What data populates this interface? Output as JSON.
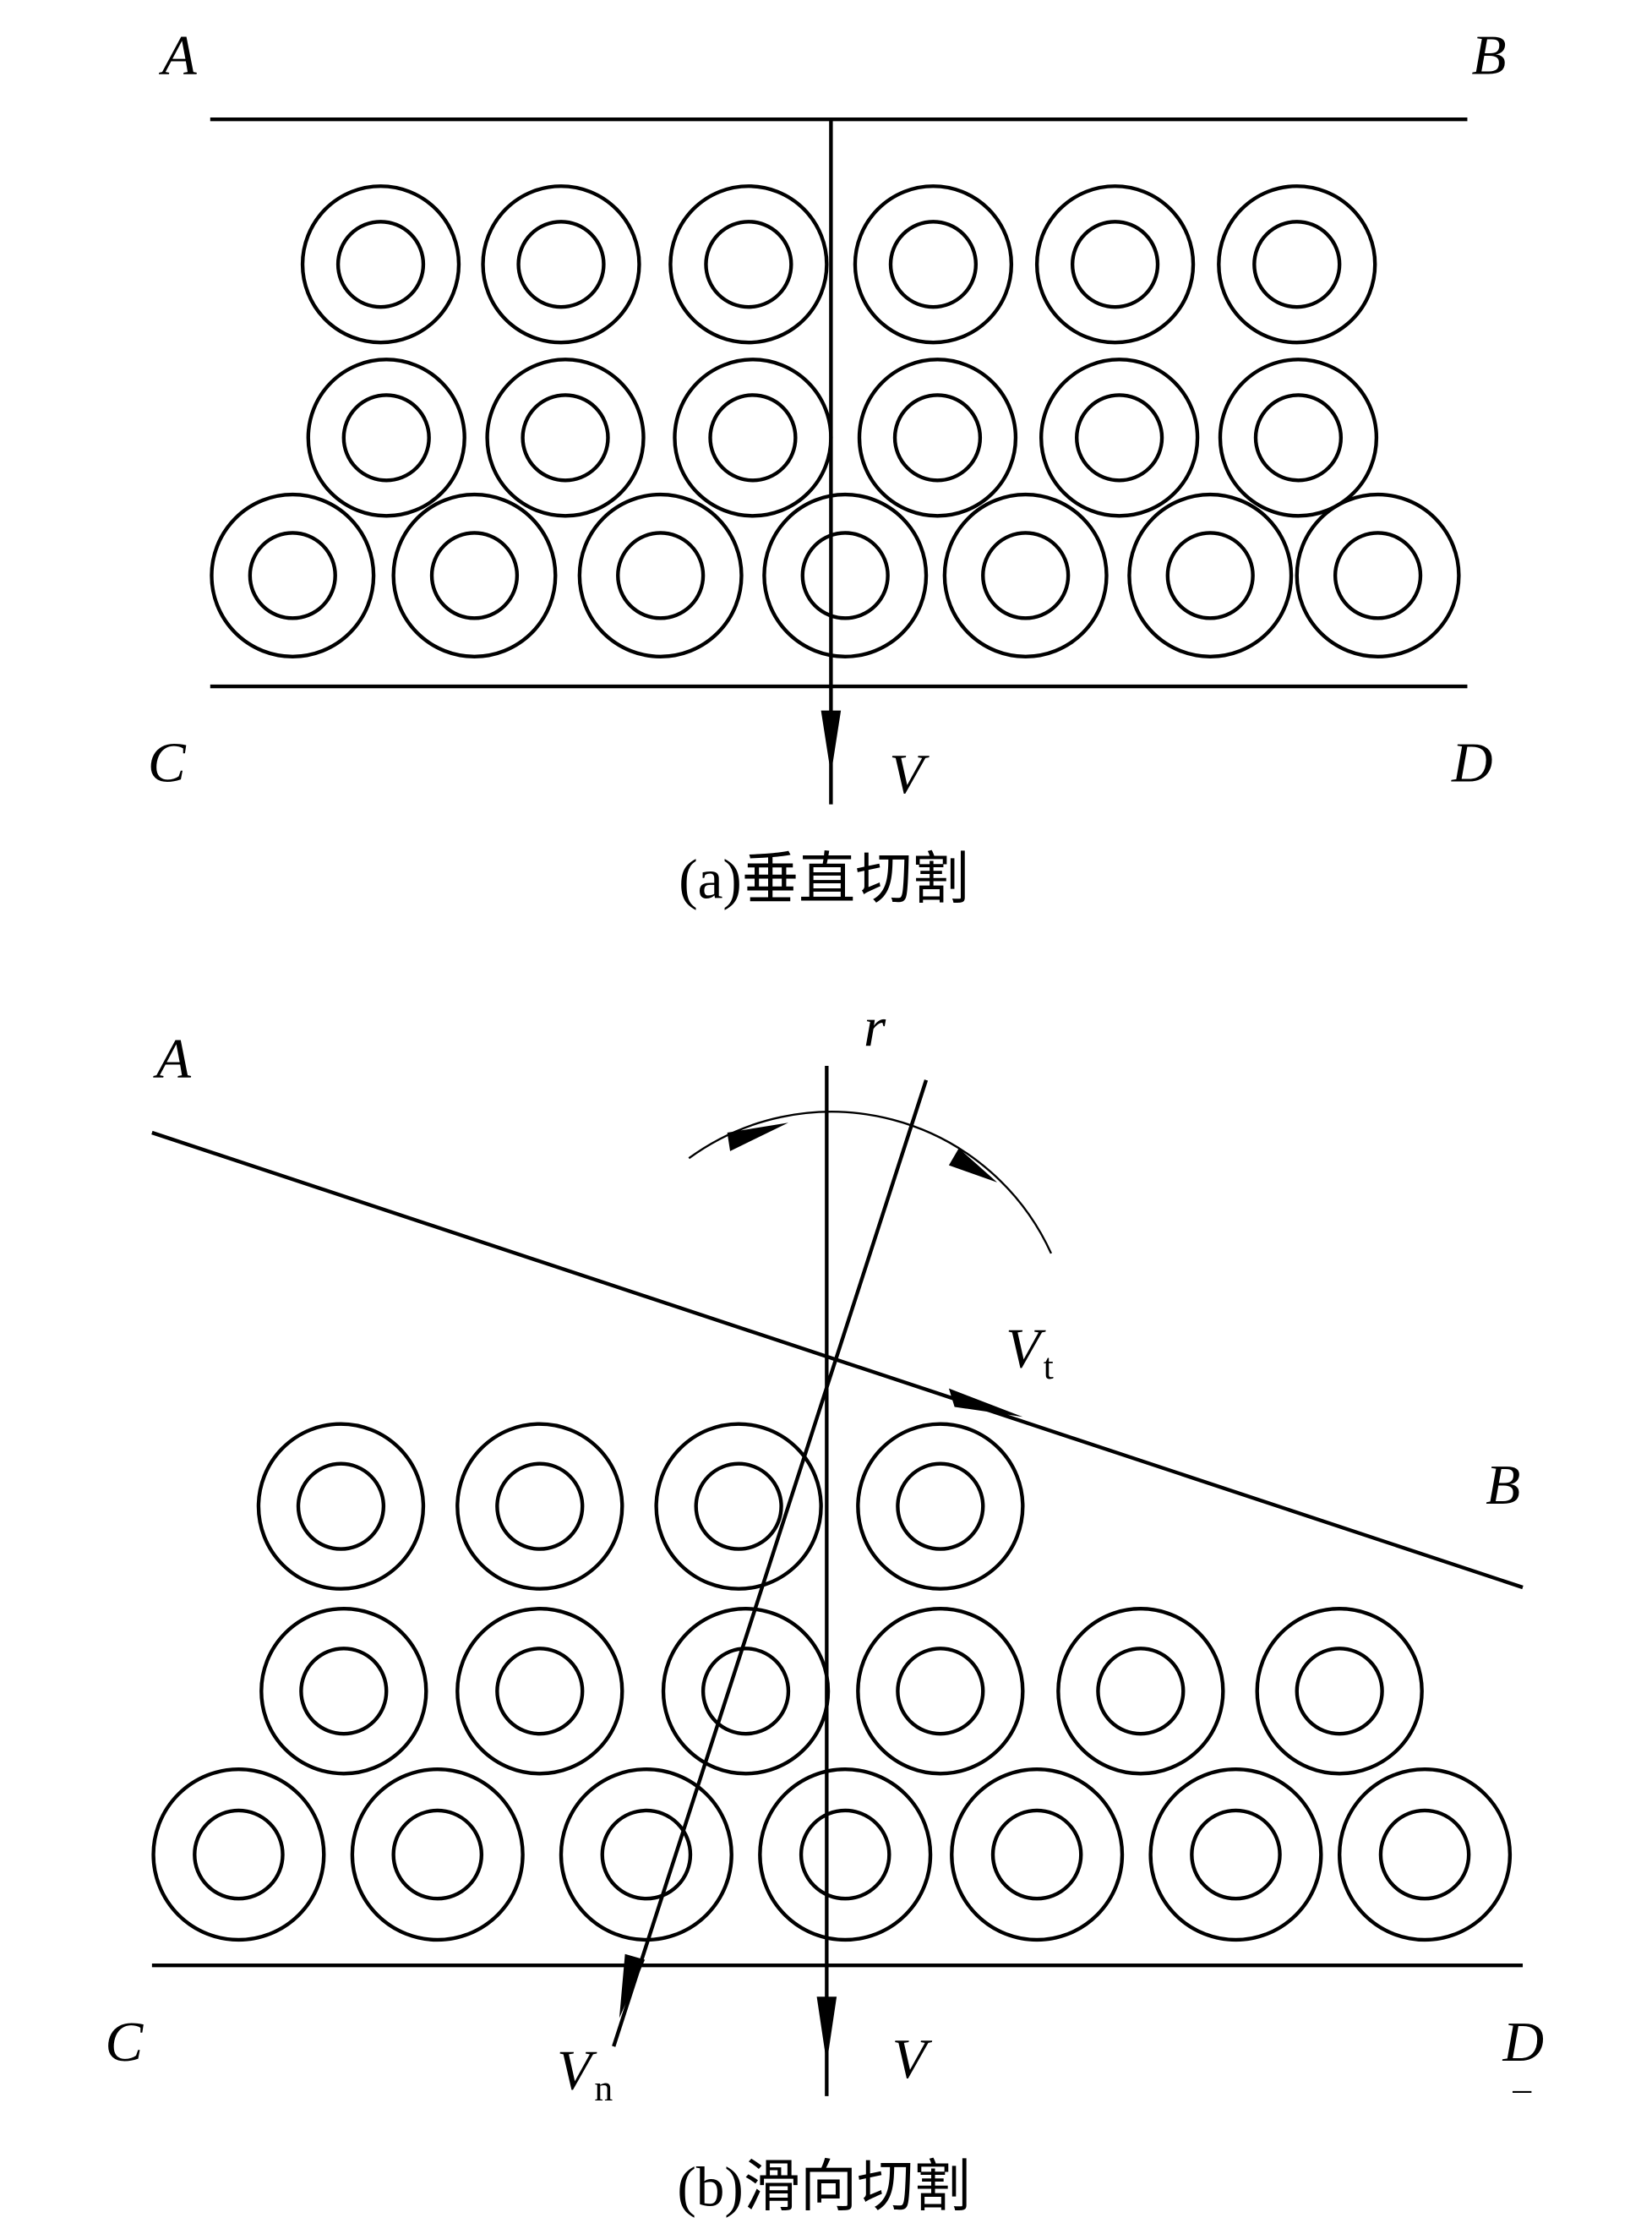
{
  "panel_a": {
    "labels": {
      "A": "A",
      "B": "B",
      "C": "C",
      "D": "D",
      "V": "V"
    },
    "caption": "(a)垂直切割"
  },
  "panel_b": {
    "labels": {
      "A": "A",
      "B": "B",
      "C": "C",
      "D": "D",
      "V": "V",
      "r": "r",
      "Vt": "V",
      "Vt_sub": "t",
      "Vn": "V",
      "Vn_sub": "n",
      "dash": "–"
    },
    "caption": "(b)滑向切割"
  }
}
